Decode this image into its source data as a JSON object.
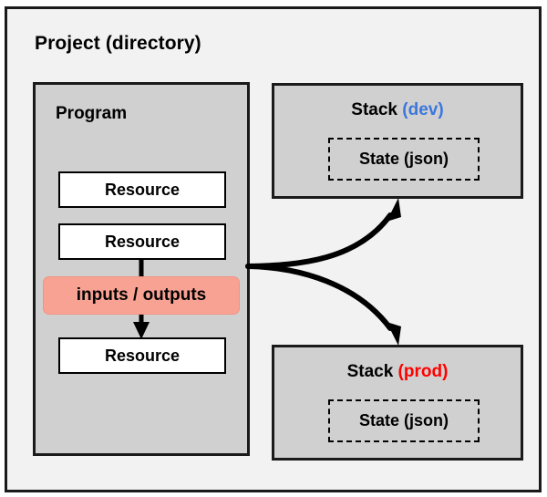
{
  "diagram": {
    "title": "Project (directory)",
    "type": "architecture-diagram",
    "background_color": "#f2f2f2",
    "frame_border_color": "#1a1a1a"
  },
  "program": {
    "title": "Program",
    "background_color": "#d0d0d0",
    "resources": [
      {
        "label": "Resource"
      },
      {
        "label": "Resource"
      },
      {
        "label": "Resource"
      }
    ],
    "io": {
      "label": "inputs / outputs",
      "fill_color": "#f8a293"
    }
  },
  "stacks": [
    {
      "name_prefix": "Stack",
      "env": "(dev)",
      "env_color": "#3b77dc",
      "state_label": "State (json)",
      "state_border_style": "dashed"
    },
    {
      "name_prefix": "Stack",
      "env": "(prod)",
      "env_color": "#ff0000",
      "state_label": "State (json)",
      "state_border_style": "dashed"
    }
  ],
  "connectors": {
    "program_to_dev": "curved-arrow-up",
    "program_to_prod": "curved-arrow-down",
    "resource2_to_io": "arrow-down",
    "io_to_resource3": "arrow-down"
  }
}
